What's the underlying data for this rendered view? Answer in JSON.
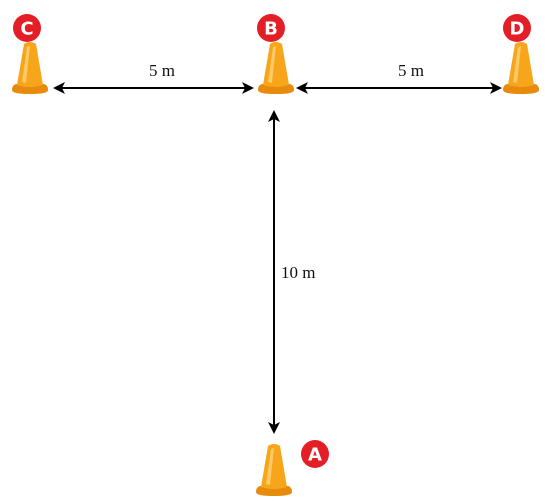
{
  "colors": {
    "badge_fill": "#e41e26",
    "badge_text": "#ffffff",
    "cone_body": "#f7a51a",
    "cone_highlight": "#ffd27a",
    "cone_base": "#e88a0c",
    "arrow": "#000000"
  },
  "cones": [
    {
      "id": "C",
      "label": "C"
    },
    {
      "id": "B",
      "label": "B"
    },
    {
      "id": "D",
      "label": "D"
    },
    {
      "id": "A",
      "label": "A"
    }
  ],
  "distances": {
    "c_to_b": "5 m",
    "b_to_d": "5 m",
    "b_to_a": "10 m"
  }
}
